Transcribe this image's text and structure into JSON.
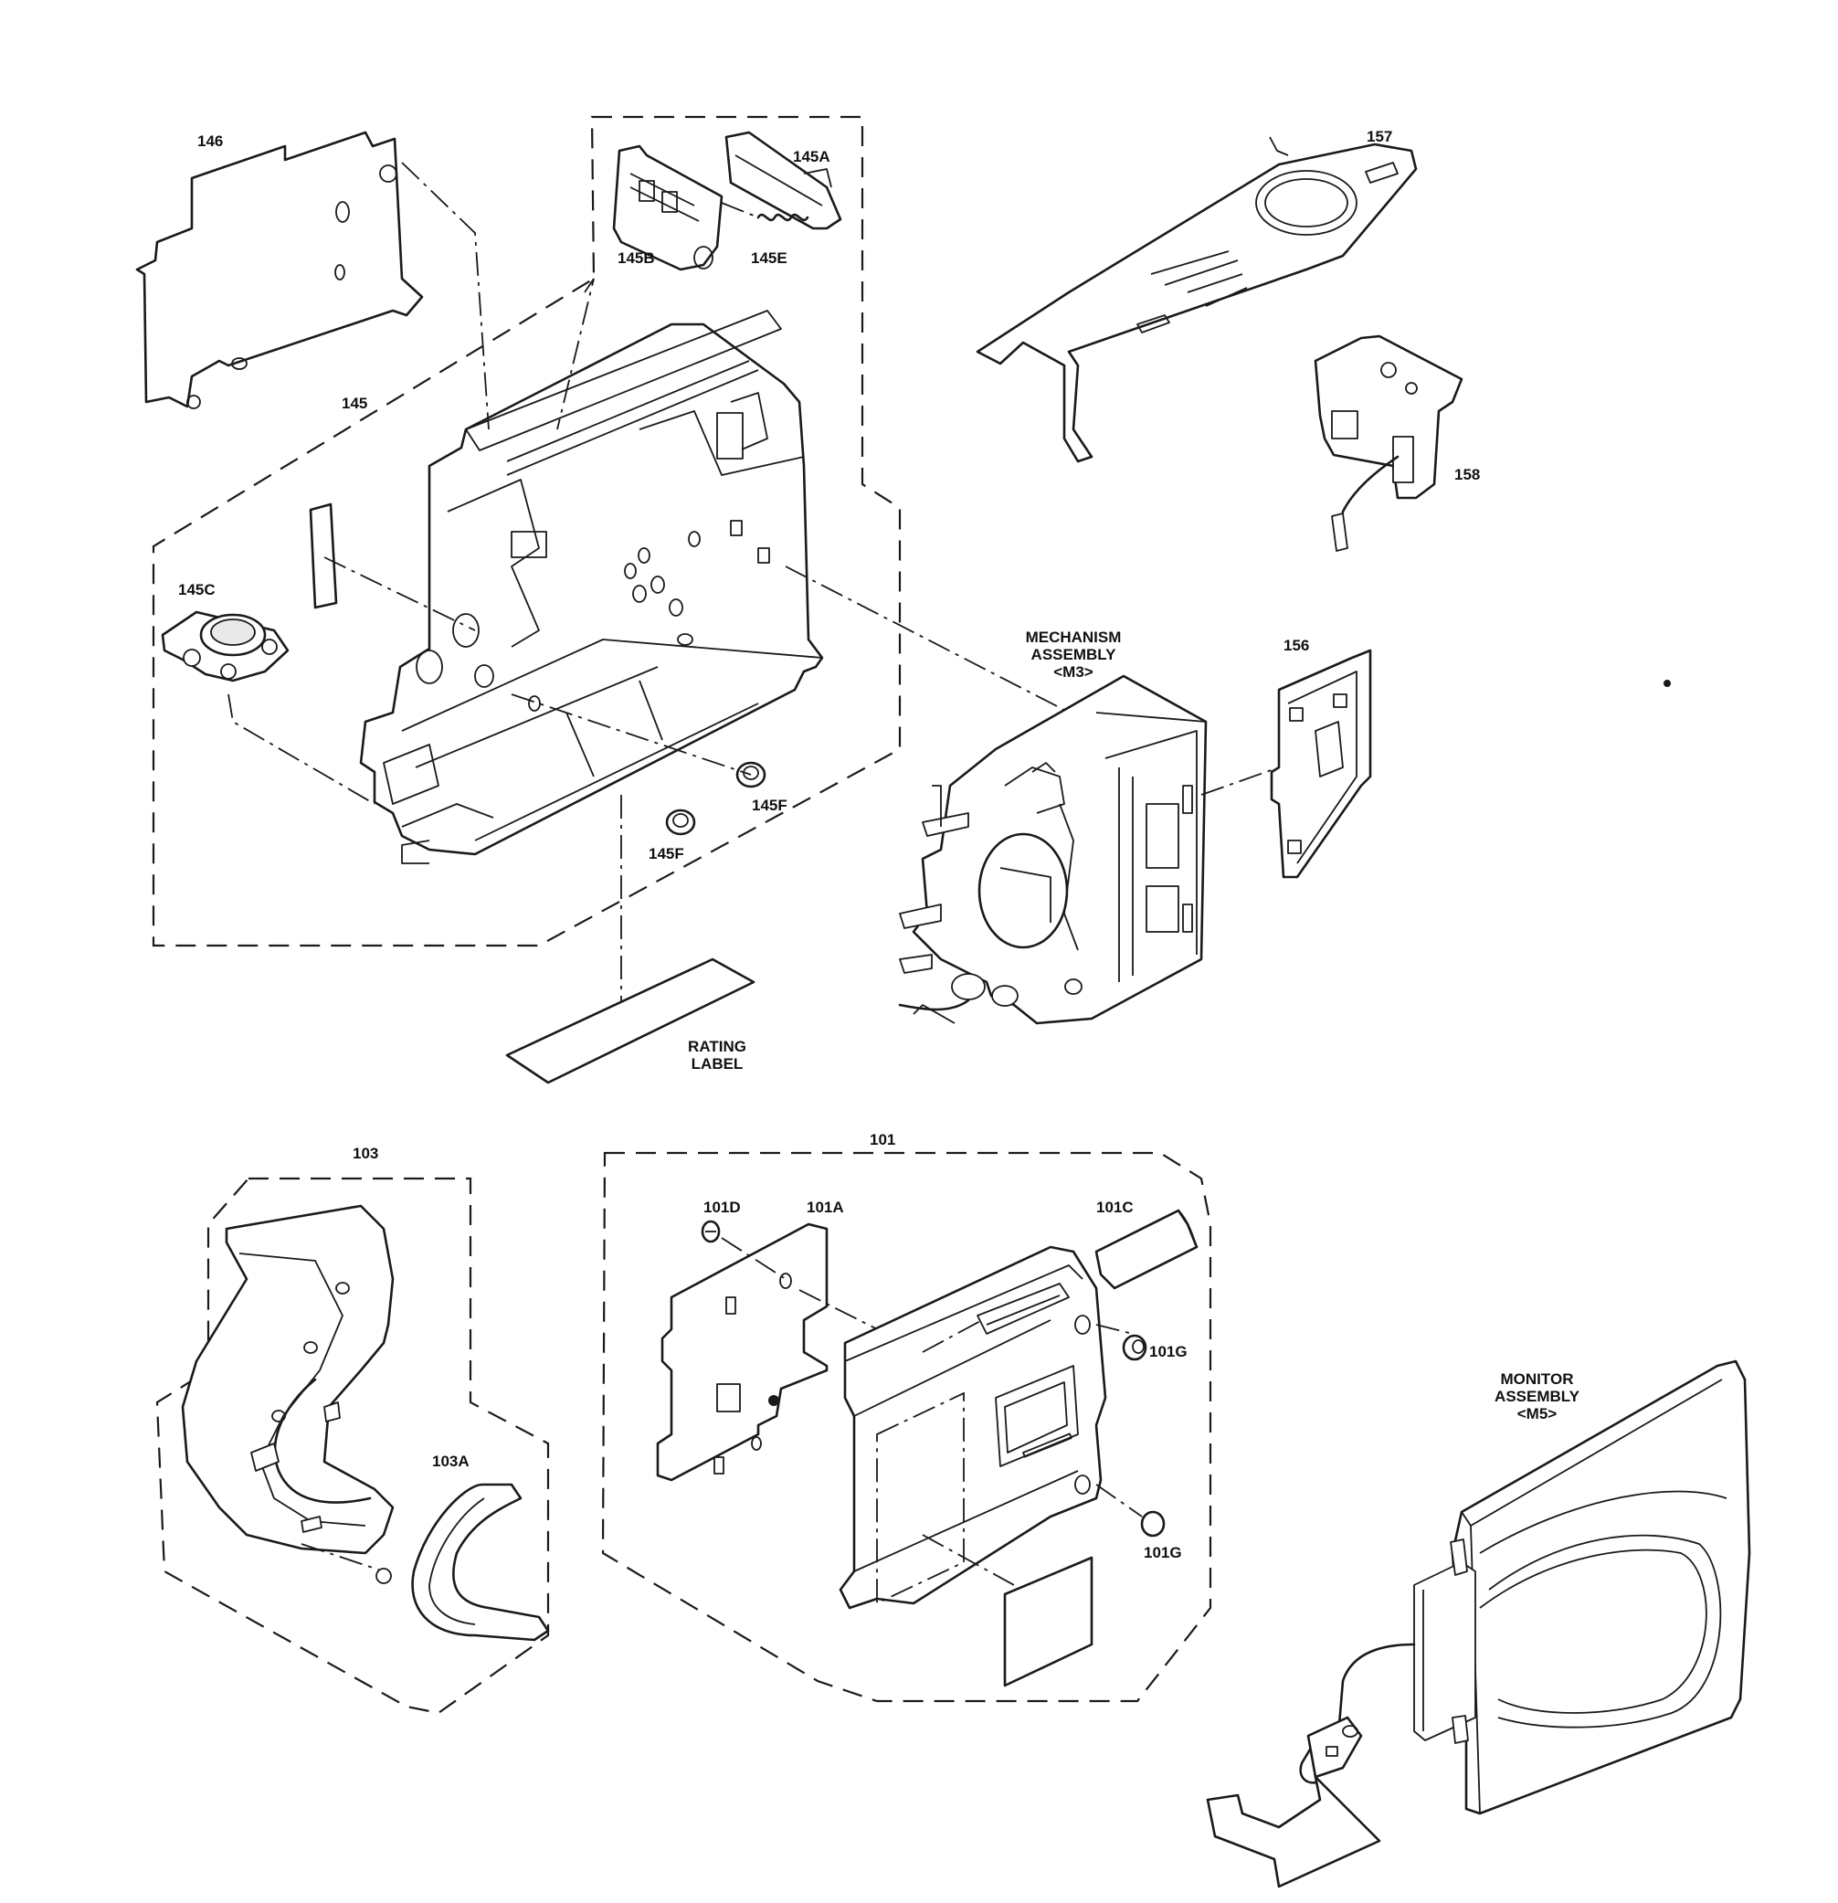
{
  "labels": {
    "p146": "146",
    "p145": "145",
    "p145A": "145A",
    "p145B": "145B",
    "p145E": "145E",
    "p145C": "145C",
    "p145F_a": "145F",
    "p145F_b": "145F",
    "p157": "157",
    "p158": "158",
    "p156": "156",
    "mechanism_1": "MECHANISM",
    "mechanism_2": "ASSEMBLY",
    "mechanism_3": "<M3>",
    "rating_1": "RATING",
    "rating_2": "LABEL",
    "p103": "103",
    "p103A": "103A",
    "p101": "101",
    "p101D": "101D",
    "p101A": "101A",
    "p101C": "101C",
    "p101G_a": "101G",
    "p101G_b": "101G",
    "monitor_1": "MONITOR",
    "monitor_2": "ASSEMBLY",
    "monitor_3": "<M5>"
  }
}
